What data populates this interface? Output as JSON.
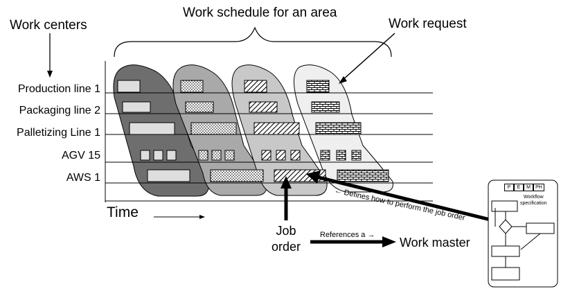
{
  "header": {
    "work_centers": "Work centers",
    "work_schedule": "Work schedule  for an area",
    "work_request": "Work request"
  },
  "rows": [
    "Production line 1",
    "Packaging line 2",
    "Palletizing Line 1",
    "AGV 15",
    "AWS 1"
  ],
  "time_label": "Time",
  "job_order": {
    "line1": "Job",
    "line2": "order"
  },
  "references_label": "References  a →",
  "work_master": "Work master",
  "defines_label": "← Defines  how  to  perform  the  job order",
  "workflow": {
    "tabs": [
      "P",
      "E",
      "M",
      "PH"
    ],
    "title_line1": "Workflow",
    "title_line2": "specification"
  },
  "colors": {
    "blob1": "#6e6e6e",
    "blob2": "#a9a9a9",
    "blob3": "#c8c8c8",
    "blob4": "#efefef",
    "box_fill": "#dedede"
  }
}
